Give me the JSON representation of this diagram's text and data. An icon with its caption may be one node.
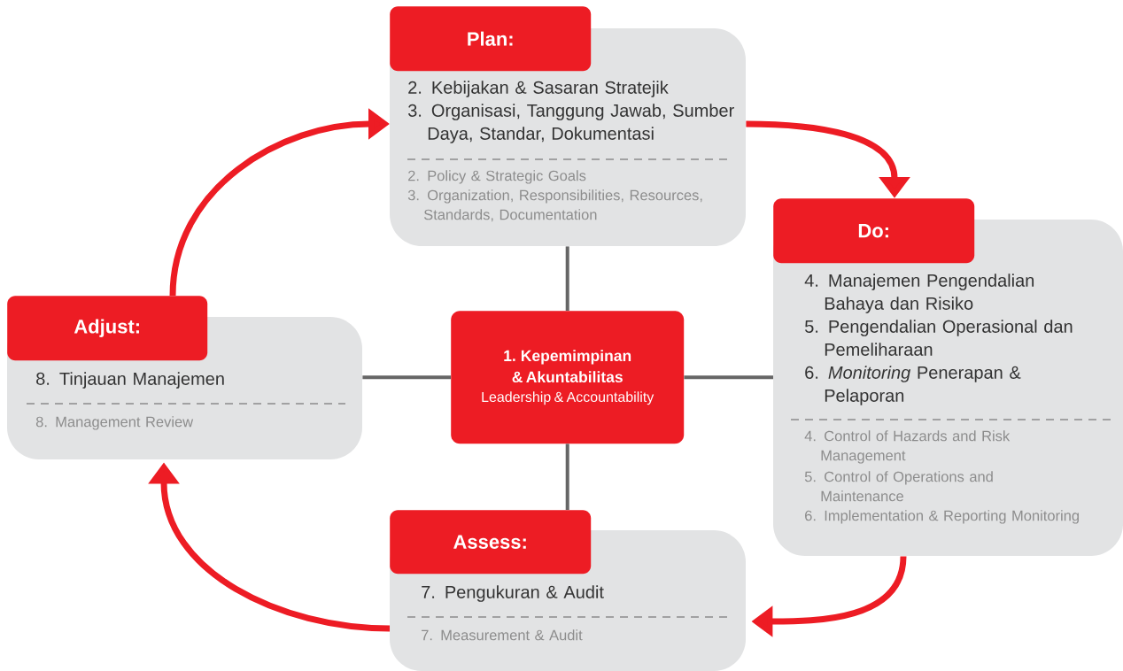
{
  "diagram": {
    "nodes": [
      {
        "text": [
          "Plan:",
          "2. Kebijakan & Sasaran Stratejik",
          "3. Organisasi, Tanggung Jawab, Sumber Daya, Standar, Dokumentasi",
          "2. Policy & Strategic Goals",
          "3. Organization, Responsibilities, Resources, Standards, Documentation"
        ]
      },
      {
        "text": [
          "Adjust:",
          "8. Tinjauan Manajemen",
          "8. Management Review"
        ]
      },
      {
        "text": [
          "1. Kepemimpinan & Akuntabilitas",
          "Leadership & Accountability"
        ]
      },
      {
        "text": [
          "Do:",
          "4. Manajemen Pengendalian Bahaya dan Risiko",
          "5. Pengendalian Operasional dan Pemeliharaan",
          "6. *Monitoring* Penerapan & Pelaporan",
          "4. Control of Hazards and Risk Management",
          "5. Control of Operations and Maintenance",
          "6. Implementation & Reporting Monitoring"
        ]
      },
      {
        "text": [
          "Assess:",
          "7. Pengukuran & Audit",
          "7. Measurement & Audit"
        ]
      }
    ],
    "edges": [
      {
        "from": 0,
        "to": 3,
        "arrow": "to",
        "color": "#ed1c24"
      },
      {
        "from": 3,
        "to": 4,
        "arrow": "to",
        "color": "#ed1c24"
      },
      {
        "from": 4,
        "to": 1,
        "arrow": "to",
        "color": "#ed1c24"
      },
      {
        "from": 1,
        "to": 0,
        "arrow": "to",
        "color": "#ed1c24"
      },
      {
        "from": 2,
        "to": 0,
        "arrow": "none",
        "color": "#666666"
      },
      {
        "from": 2,
        "to": 1,
        "arrow": "none",
        "color": "#666666"
      },
      {
        "from": 2,
        "to": 3,
        "arrow": "none",
        "color": "#666666"
      },
      {
        "from": 2,
        "to": 4,
        "arrow": "none",
        "color": "#666666"
      }
    ]
  }
}
